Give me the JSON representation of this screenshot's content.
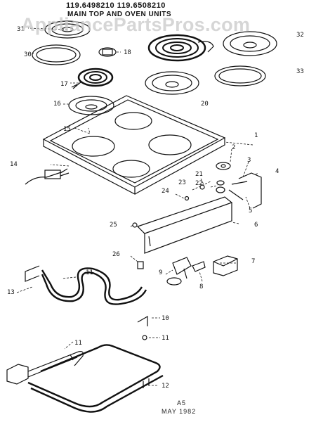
{
  "header": {
    "model_numbers": "119.6498210 119.6508210",
    "subtitle": "MAIN TOP AND OVEN UNITS"
  },
  "watermark": "AppliancePartsPros.com",
  "footer": {
    "line1": "A5",
    "line2": "MAY 1982"
  },
  "callouts": [
    "1",
    "2",
    "3",
    "4",
    "5",
    "6",
    "7",
    "8",
    "9",
    "10",
    "11",
    "11",
    "12",
    "13",
    "14",
    "15",
    "16",
    "17",
    "18",
    "20",
    "21",
    "22",
    "23",
    "24",
    "25",
    "26",
    "30",
    "31",
    "32",
    "33"
  ],
  "colors": {
    "ink": "#111111",
    "watermark": "#c9c9c9"
  }
}
